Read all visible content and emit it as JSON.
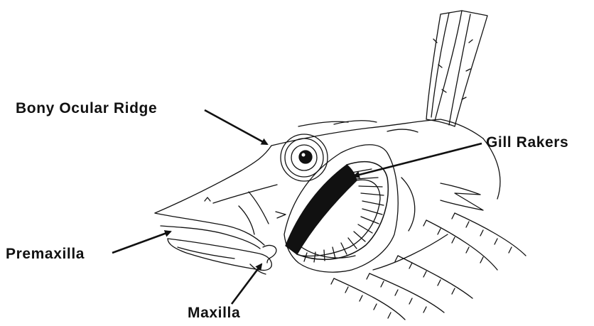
{
  "labels": {
    "bony_ocular_ridge": "Bony Ocular Ridge",
    "gill_rakers": "Gill Rakers",
    "premaxilla": "Premaxilla",
    "maxilla": "Maxilla"
  },
  "colors": {
    "ink": "#111111",
    "background": "#ffffff"
  }
}
